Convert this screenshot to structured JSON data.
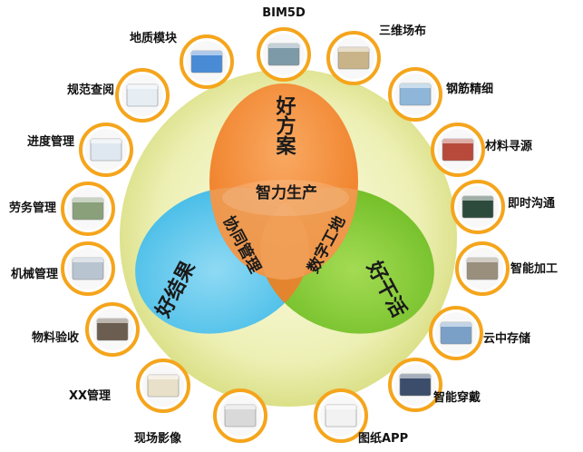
{
  "center": {
    "top_label": "好方案",
    "left_label": "好结果",
    "right_label": "好干活",
    "overlap_top": "智力生产",
    "overlap_left": "协同管理",
    "overlap_right": "数字工地"
  },
  "modules": [
    {
      "label": "BIM5D",
      "icon": "bim-model-icon"
    },
    {
      "label": "三维场布",
      "icon": "3d-site-layout-icon"
    },
    {
      "label": "钢筋精细",
      "icon": "rebar-detail-icon"
    },
    {
      "label": "材料寻源",
      "icon": "material-sourcing-icon"
    },
    {
      "label": "即时沟通",
      "icon": "instant-communication-icon"
    },
    {
      "label": "智能加工",
      "icon": "smart-processing-icon"
    },
    {
      "label": "云中存储",
      "icon": "cloud-storage-icon"
    },
    {
      "label": "智能穿戴",
      "icon": "smart-wearable-icon"
    },
    {
      "label": "图纸APP",
      "icon": "drawing-app-icon"
    },
    {
      "label": "现场影像",
      "icon": "site-video-icon"
    },
    {
      "label": "XX管理",
      "icon": "xx-management-icon"
    },
    {
      "label": "物料验收",
      "icon": "material-acceptance-icon"
    },
    {
      "label": "机械管理",
      "icon": "machinery-management-icon"
    },
    {
      "label": "劳务管理",
      "icon": "labor-management-icon"
    },
    {
      "label": "进度管理",
      "icon": "progress-management-icon"
    },
    {
      "label": "规范查阅",
      "icon": "spec-lookup-icon"
    },
    {
      "label": "地质模块",
      "icon": "geology-module-icon"
    }
  ],
  "colors": {
    "ring": "#e4e79a",
    "venn_top": "#f07f1c",
    "venn_left": "#4cc2e9",
    "venn_right": "#78c22c",
    "overlap": "#e5712f",
    "icon_ring": "#f5a51c"
  }
}
